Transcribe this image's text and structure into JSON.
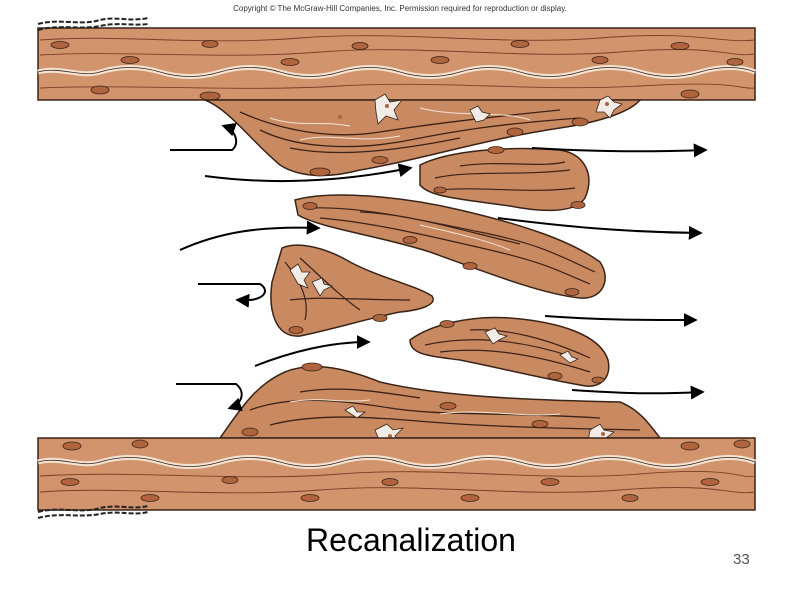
{
  "slide": {
    "copyright": "Copyright © The McGraw-Hill Companies, Inc. Permission required for reproduction or display.",
    "caption": "Recanalization",
    "slide_number": "33"
  },
  "colors": {
    "tissue": "#c98a62",
    "tissue_light": "#ddb596",
    "tissue_dark": "#9a5a3a",
    "outline": "#3a2418",
    "nucleus": "#b0643e",
    "fiber": "#3b2116",
    "arrow": "#000000"
  },
  "icons": [
    "flow-arrow",
    "cell-nucleus",
    "fibroblast"
  ]
}
